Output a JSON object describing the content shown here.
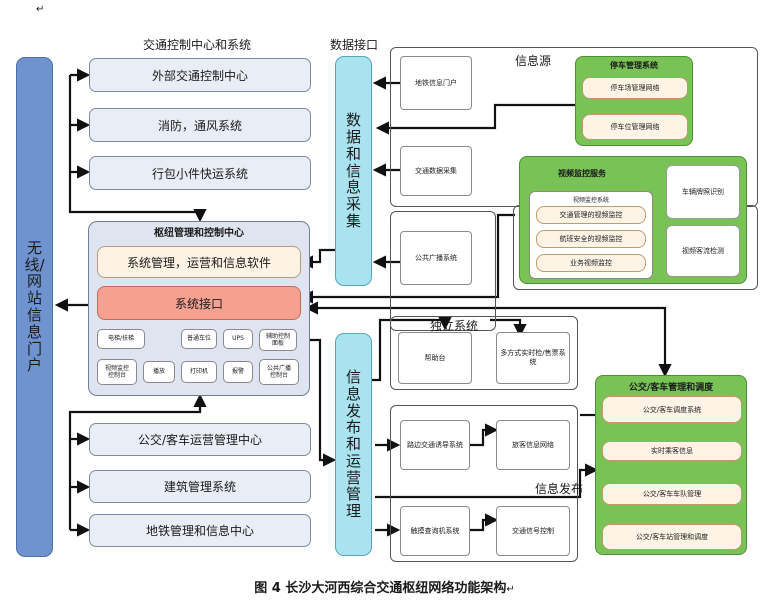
{
  "top_mark": "↵",
  "header_left": "交通控制中心和系统",
  "header_mid": "数据接口",
  "portal": "无线/网站信息门户",
  "left_top_items": [
    "外部交通控制中心",
    "消防，通风系统",
    "行包小件快运系统"
  ],
  "hub": {
    "title": "枢纽管理和控制中心",
    "software": "系统管理，运营和信息软件",
    "interface": "系统接口",
    "small_row1": [
      "电梯/扶梯",
      "普通车位",
      "UPS",
      "辅助控制\n面板"
    ],
    "small_row2": [
      "视频监控\n控制台",
      "播放",
      "打印机",
      "报警",
      "公共广播\n控制台"
    ]
  },
  "left_bottom_items": [
    "公交/客车运营管理中心",
    "建筑管理系统",
    "地铁管理和信息中心"
  ],
  "data_interface_col": "数据和信息采集",
  "info_release_col": "信息发布和运营管理",
  "info_source": {
    "label": "信息源",
    "portal_box": "地铁信息门户",
    "collect_box": "交通数据采集"
  },
  "parking": {
    "title": "停车管理系统",
    "items": [
      "停车场管理网络",
      "停车位管理网络"
    ]
  },
  "video": {
    "title": "视频监控服务",
    "inner_title": "视频监控系统",
    "items": [
      "交通管理的视频监控",
      "航班安全的视频监控",
      "业务视频监控"
    ],
    "side": [
      "车辆牌照识别",
      "视频客流检测"
    ]
  },
  "independent": {
    "label": "独立系统",
    "broadcast": "公共广播系统",
    "help": "帮助台",
    "multi": "多方式实时检/售票系统"
  },
  "bus": {
    "title": "公交/客车管理和调度",
    "items": [
      "公交/客车调度系统",
      "实时乘客信息",
      "公交/客车车队管理",
      "公交/客车站管理和调度"
    ]
  },
  "release": {
    "label": "信息发布",
    "guide": "路边交通诱导系统",
    "passenger": "旅客信息网络",
    "kiosk": "触摸查询机系统",
    "signal": "交通信号控制"
  },
  "caption": "图 4 长沙大河西综合交通枢纽网络功能架构",
  "caption_mark": "↵"
}
